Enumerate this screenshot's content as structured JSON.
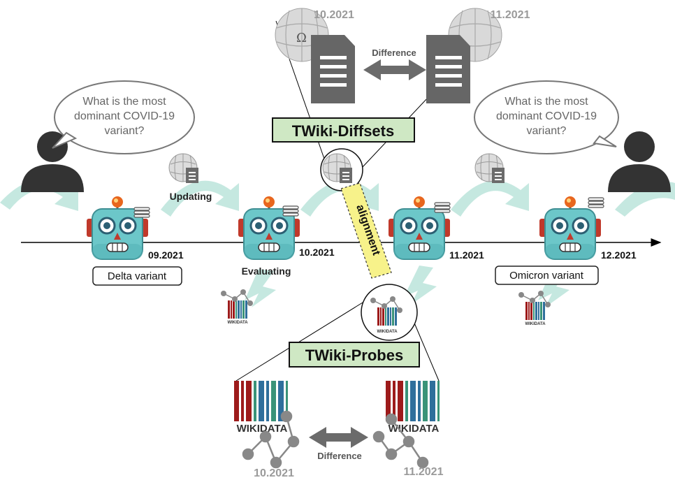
{
  "timeline": {
    "dates": [
      "09.2021",
      "10.2021",
      "11.2021",
      "12.2021"
    ]
  },
  "speech": {
    "left": [
      "What is the most",
      "dominant COVID-19",
      "variant?"
    ],
    "right": [
      "What is the most",
      "dominant COVID-19",
      "variant?"
    ]
  },
  "steps": {
    "updating": "Updating",
    "evaluating": "Evaluating"
  },
  "answers": {
    "delta": "Delta variant",
    "omicron": "Omicron variant"
  },
  "diffsets": {
    "title": "TWiki-Diffsets",
    "date_left": "10.2021",
    "date_right": "11.2021",
    "difference": "Difference"
  },
  "alignment": "alignment",
  "probes": {
    "title": "TWiki-Probes",
    "date_left": "10.2021",
    "date_right": "11.2021",
    "difference": "Difference"
  },
  "wikidata_logo_text": "WIKIDATA",
  "colors": {
    "accent_teal": "#c5e8e0",
    "box_green": "#cfe8c4",
    "alignment_yellow": "#f7f28a",
    "robot_face": "#6cc7c9",
    "robot_ear": "#c0392b",
    "gray_icon": "#6b6b6b",
    "wd_red": "#9d1b1b",
    "wd_green": "#3a9378",
    "wd_blue": "#2f6f9c"
  }
}
